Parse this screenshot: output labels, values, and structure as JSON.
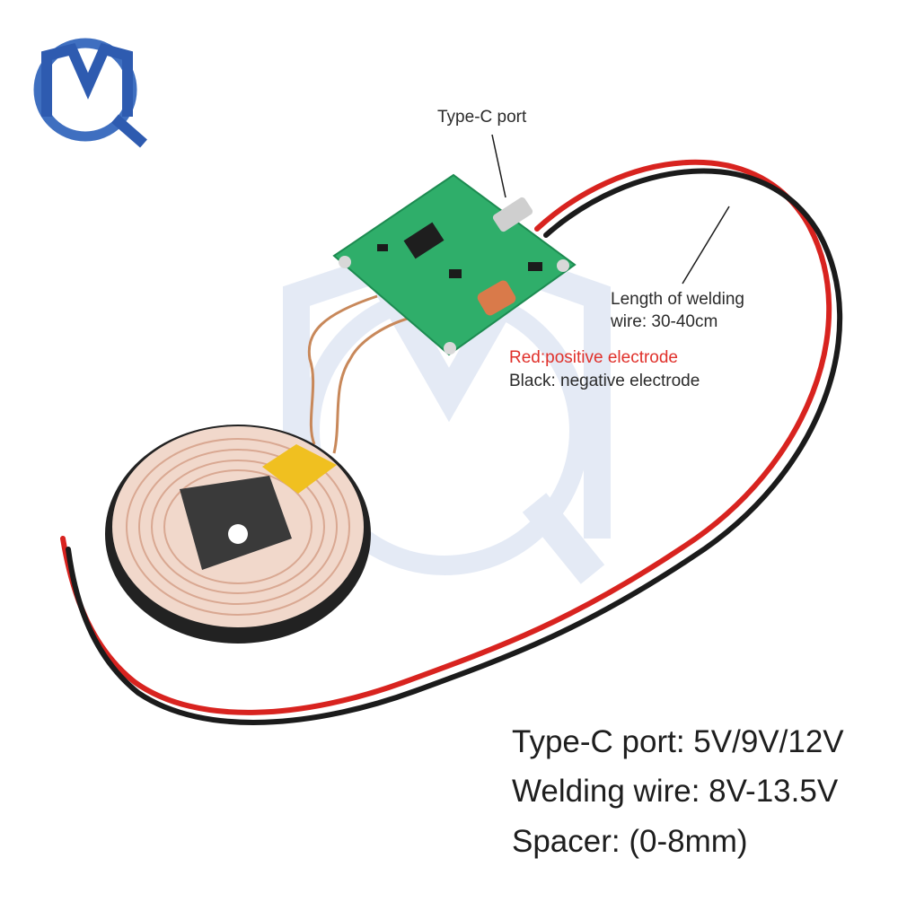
{
  "logo": {
    "icon": "mq-logo-icon",
    "colors": {
      "primary": "#3f6fc0",
      "secondary": "#9fb6dd"
    }
  },
  "callouts": {
    "type_c": "Type-C port",
    "wire_length_line1": "Length of welding",
    "wire_length_line2": "wire: 30-40cm",
    "red_label": "Red:positive electrode",
    "black_label": "Black: negative electrode"
  },
  "specs": [
    "Type-C port: 5V/9V/12V",
    "Welding wire: 8V-13.5V",
    "Spacer: (0-8mm)"
  ],
  "colors": {
    "pcb": "#2fae6a",
    "wire_red": "#d8231f",
    "wire_black": "#1b1b1b",
    "coil": "#e8c8b8",
    "accent_red": "#e0312b"
  }
}
